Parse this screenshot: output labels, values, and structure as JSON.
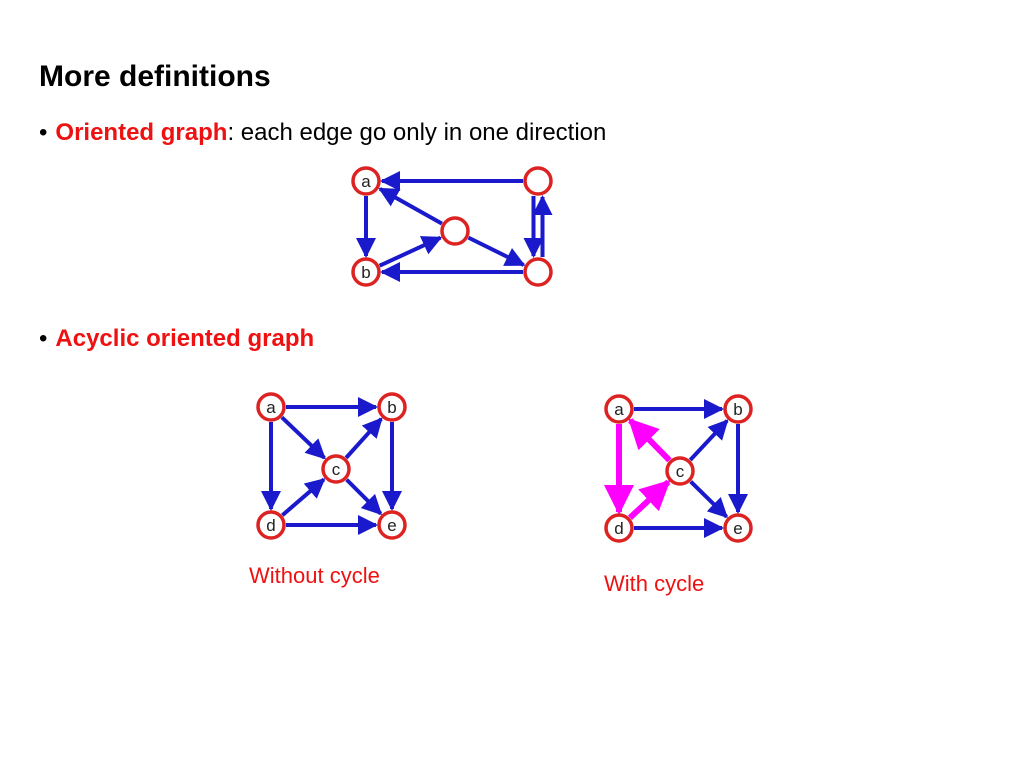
{
  "slide": {
    "title": "More definitions",
    "bullets": [
      {
        "marker": "•",
        "term": "Oriented graph",
        "rest": ": each edge go only in one direction"
      },
      {
        "marker": "•",
        "term": "Acyclic oriented graph",
        "rest": ""
      }
    ],
    "captions": [
      "Without cycle",
      "With cycle"
    ]
  },
  "colors": {
    "edge": "#1a1acc",
    "highlight": "#ff00ff",
    "node_stroke": "#dd2222",
    "node_fill": "#ffffff",
    "term": "#ee1111"
  },
  "graphs": [
    {
      "name": "oriented-graph",
      "nodes": [
        {
          "id": "a",
          "label": "a"
        },
        {
          "id": "tr",
          "label": ""
        },
        {
          "id": "c",
          "label": ""
        },
        {
          "id": "b",
          "label": "b"
        },
        {
          "id": "br",
          "label": ""
        }
      ],
      "edges": [
        {
          "from": "tr",
          "to": "a"
        },
        {
          "from": "a",
          "to": "b"
        },
        {
          "from": "c",
          "to": "a"
        },
        {
          "from": "b",
          "to": "c"
        },
        {
          "from": "c",
          "to": "br"
        },
        {
          "from": "br",
          "to": "b"
        },
        {
          "from": "tr",
          "to": "br"
        },
        {
          "from": "br",
          "to": "tr"
        }
      ]
    },
    {
      "name": "acyclic-graph",
      "nodes": [
        {
          "id": "a",
          "label": "a"
        },
        {
          "id": "b",
          "label": "b"
        },
        {
          "id": "c",
          "label": "c"
        },
        {
          "id": "d",
          "label": "d"
        },
        {
          "id": "e",
          "label": "e"
        }
      ],
      "edges": [
        {
          "from": "a",
          "to": "b"
        },
        {
          "from": "a",
          "to": "c"
        },
        {
          "from": "a",
          "to": "d"
        },
        {
          "from": "c",
          "to": "b"
        },
        {
          "from": "c",
          "to": "e"
        },
        {
          "from": "d",
          "to": "c"
        },
        {
          "from": "d",
          "to": "e"
        },
        {
          "from": "b",
          "to": "e"
        }
      ]
    },
    {
      "name": "cyclic-graph",
      "nodes": [
        {
          "id": "a",
          "label": "a"
        },
        {
          "id": "b",
          "label": "b"
        },
        {
          "id": "c",
          "label": "c"
        },
        {
          "id": "d",
          "label": "d"
        },
        {
          "id": "e",
          "label": "e"
        }
      ],
      "edges": [
        {
          "from": "a",
          "to": "b"
        },
        {
          "from": "a",
          "to": "d",
          "highlight": true
        },
        {
          "from": "d",
          "to": "c",
          "highlight": true
        },
        {
          "from": "c",
          "to": "a",
          "highlight": true
        },
        {
          "from": "c",
          "to": "b"
        },
        {
          "from": "c",
          "to": "e"
        },
        {
          "from": "d",
          "to": "e"
        },
        {
          "from": "b",
          "to": "e"
        }
      ]
    }
  ]
}
